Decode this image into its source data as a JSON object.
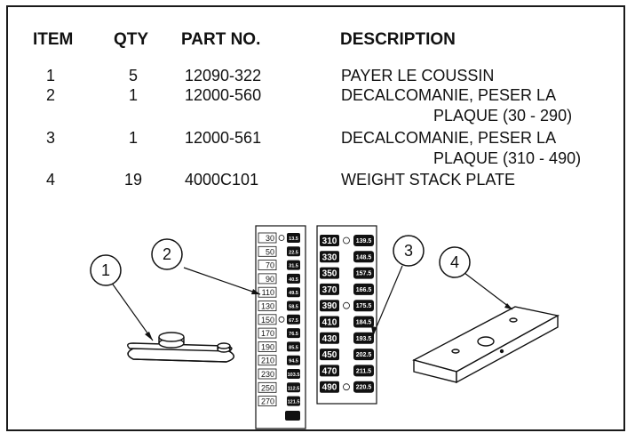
{
  "table": {
    "headers": {
      "item": "ITEM",
      "qty": "QTY",
      "part": "PART NO.",
      "desc": "DESCRIPTION"
    },
    "rows": [
      {
        "item": "1",
        "qty": "5",
        "part": "12090-322",
        "desc": [
          "PAYER LE COUSSIN"
        ]
      },
      {
        "item": "2",
        "qty": "1",
        "part": "12000-560",
        "desc": [
          "DECALCOMANIE, PESER LA",
          "PLAQUE (30 - 290)"
        ]
      },
      {
        "item": "3",
        "qty": "1",
        "part": "12000-561",
        "desc": [
          "DECALCOMANIE, PESER LA",
          "PLAQUE (310 - 490)"
        ]
      },
      {
        "item": "4",
        "qty": "19",
        "part": "4000C101",
        "desc": [
          "WEIGHT STACK PLATE"
        ]
      }
    ]
  },
  "callouts": [
    "1",
    "2",
    "3",
    "4"
  ],
  "decal_left": {
    "rows": [
      {
        "a": "30",
        "b": "13.5",
        "dot": true
      },
      {
        "a": "50",
        "b": "22.5"
      },
      {
        "a": "70",
        "b": "31.5"
      },
      {
        "a": "90",
        "b": "40.5"
      },
      {
        "a": "110",
        "b": "49.5"
      },
      {
        "a": "130",
        "b": "58.5"
      },
      {
        "a": "150",
        "b": "67.5",
        "dot": true
      },
      {
        "a": "170",
        "b": "76.5"
      },
      {
        "a": "190",
        "b": "85.5"
      },
      {
        "a": "210",
        "b": "94.5"
      },
      {
        "a": "230",
        "b": "103.5"
      },
      {
        "a": "250",
        "b": "112.5"
      },
      {
        "a": "270",
        "b": "121.5"
      }
    ]
  },
  "decal_right": {
    "rows": [
      {
        "a": "310",
        "b": "139.5",
        "dot": true
      },
      {
        "a": "330",
        "b": "148.5"
      },
      {
        "a": "350",
        "b": "157.5"
      },
      {
        "a": "370",
        "b": "166.5"
      },
      {
        "a": "390",
        "b": "175.5",
        "dot": true
      },
      {
        "a": "410",
        "b": "184.5"
      },
      {
        "a": "430",
        "b": "193.5"
      },
      {
        "a": "450",
        "b": "202.5"
      },
      {
        "a": "470",
        "b": "211.5"
      },
      {
        "a": "490",
        "b": "220.5",
        "dot": true
      }
    ]
  }
}
